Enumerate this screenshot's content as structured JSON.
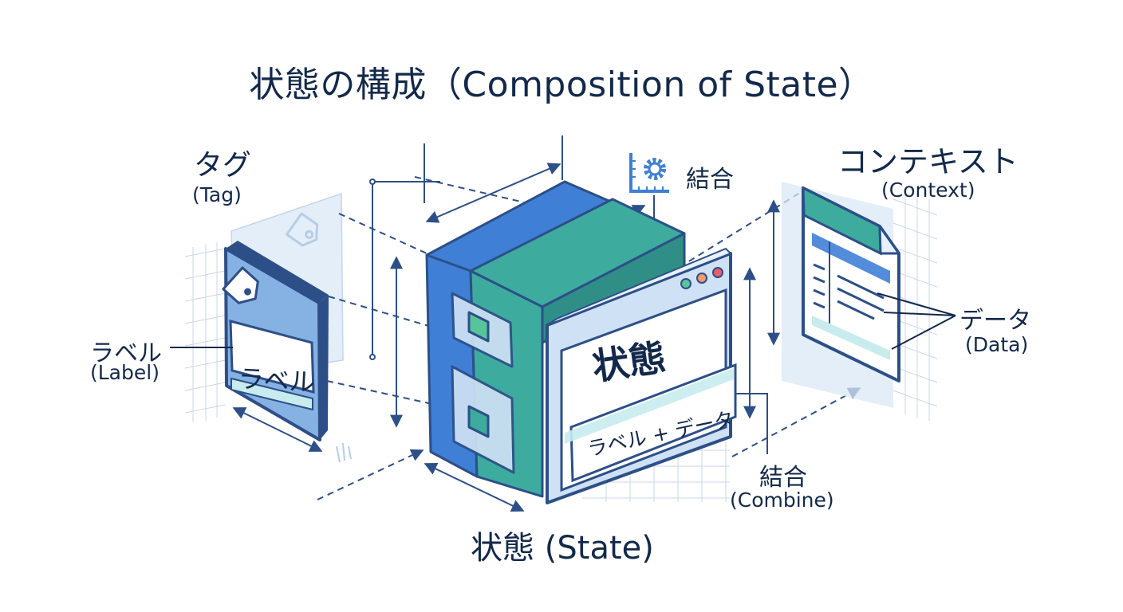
{
  "title": "状態の構成（Composition of State）",
  "bottom_title": "状態 (State)",
  "tag": {
    "jp": "タグ",
    "en": "(Tag)"
  },
  "label": {
    "jp": "ラベル",
    "en": "(Label)",
    "card_text": "ラベル"
  },
  "context": {
    "jp": "コンテキスト",
    "en": "(Context)"
  },
  "data": {
    "jp": "データ",
    "en": "(Data)"
  },
  "combine_top": "結合",
  "combine": {
    "jp": "結合",
    "en": "(Combine)"
  },
  "state_panel": {
    "title": "状態",
    "subtitle": "ラベル + データ"
  },
  "colors": {
    "navy": "#13294b",
    "line": "#2d4f88",
    "blue": "#3f7fd6",
    "teal": "#3dab9e",
    "light_blue": "#cfe1f4",
    "mint": "#c8ecee",
    "grid": "#c9d7e8"
  },
  "icons": [
    "tag-icon",
    "gear-ruler-icon",
    "window-dots-icon"
  ]
}
